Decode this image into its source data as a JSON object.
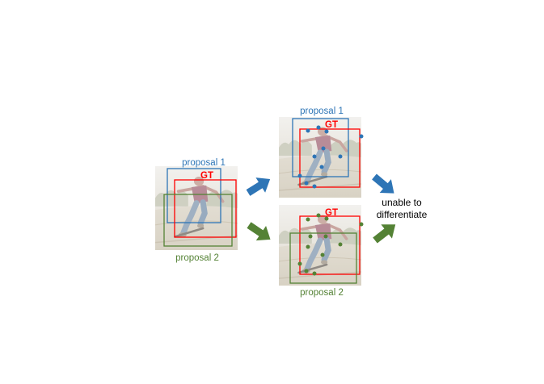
{
  "colors": {
    "proposal_1": "#2e75b6",
    "proposal_2": "#548235",
    "ground_truth": "#ff0000",
    "text": "#000000",
    "photo_faded": "#e7e2d8"
  },
  "icons": {
    "arrow": "arrow-icon"
  },
  "left_panel": {
    "proposal_1_label": "proposal 1",
    "gt_label": "GT",
    "proposal_2_label": "proposal 2"
  },
  "top_right_panel": {
    "proposal_label": "proposal 1",
    "gt_label": "GT"
  },
  "bottom_right_panel": {
    "proposal_label": "proposal 2",
    "gt_label": "GT"
  },
  "conclusion": {
    "line1": "unable to",
    "line2": "differentiate"
  }
}
